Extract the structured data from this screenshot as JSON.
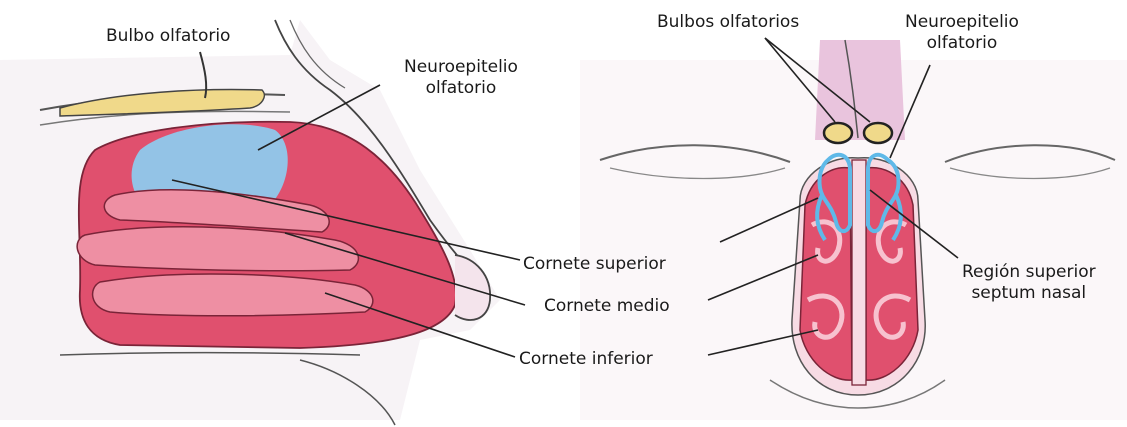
{
  "left_panel": {
    "bulbo": "Bulbo olfatorio",
    "neuro_line1": "Neuroepitelio",
    "neuro_line2": "olfatorio",
    "cornete_superior": "Cornete superior",
    "cornete_medio": "Cornete medio",
    "cornete_inferior": "Cornete inferior"
  },
  "right_panel": {
    "bulbos": "Bulbos olfatorios",
    "neuro_line1": "Neuroepitelio",
    "neuro_line2": "olfatorio",
    "septum_line1": "Región superior",
    "septum_line2": "septum nasal"
  },
  "colors": {
    "mucosa": "#e0506e",
    "mucosa_light": "#f3a6b6",
    "neuroepithelium": "#8ec9ec",
    "bulb": "#f0d98a",
    "outline": "#333333",
    "skin": "#f6eaf0"
  }
}
